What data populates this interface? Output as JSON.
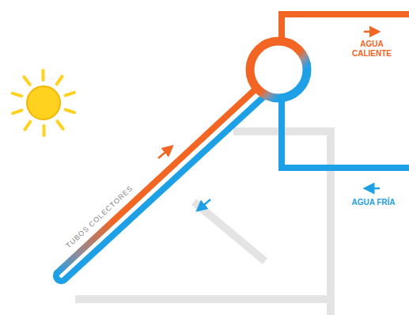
{
  "diagram": {
    "labels": [
      "AGUA CALIENTE",
      "TUBOS COLECTORES",
      "AGUA FRÍA"
    ]
  }
}
